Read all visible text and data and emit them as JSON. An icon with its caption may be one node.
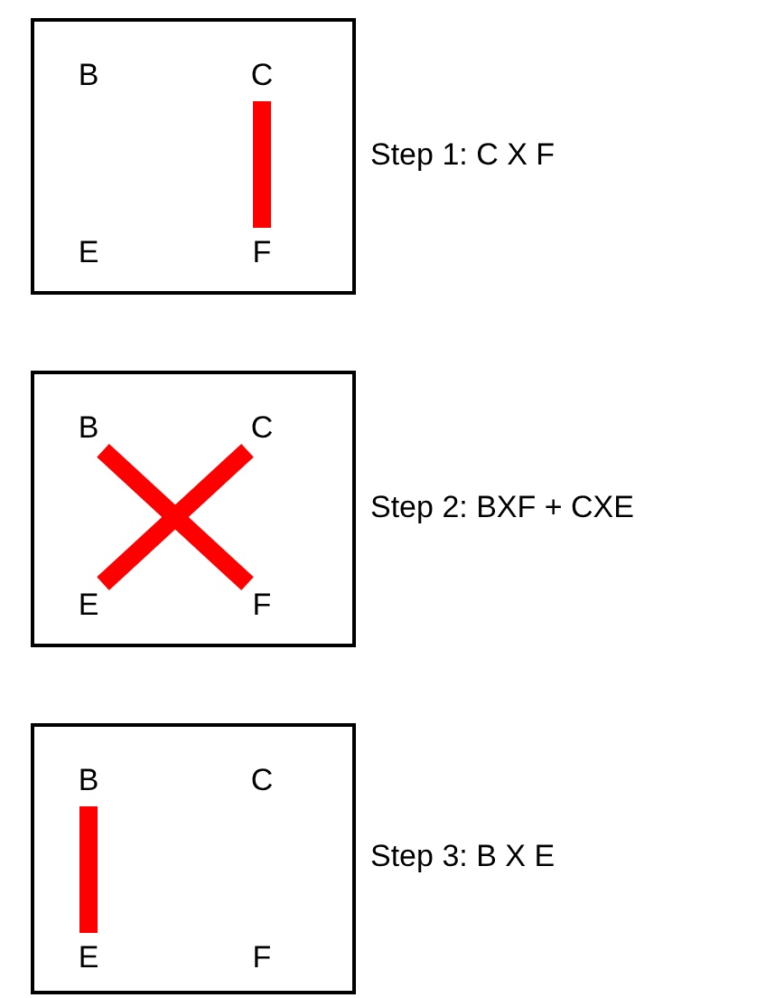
{
  "diagram": {
    "nodes": [
      {
        "text": [],
        "shape": "box",
        "beside": [
          "Step 1: C X F"
        ]
      },
      {
        "text": [
          "B"
        ],
        "in": 0
      },
      {
        "text": [
          "C"
        ],
        "in": 0
      },
      {
        "text": [
          "E"
        ],
        "in": 0
      },
      {
        "text": [
          "F"
        ],
        "in": 0
      },
      {
        "text": [],
        "shape": "box",
        "beside": [
          "Step 2: BXF + CXE"
        ]
      },
      {
        "text": [
          "B"
        ],
        "in": 5
      },
      {
        "text": [
          "C"
        ],
        "in": 5
      },
      {
        "text": [
          "E"
        ],
        "in": 5
      },
      {
        "text": [
          "F"
        ],
        "in": 5
      },
      {
        "text": [],
        "shape": "box",
        "beside": [
          "Step 3: B X E"
        ]
      },
      {
        "text": [
          "B"
        ],
        "in": 10
      },
      {
        "text": [
          "C"
        ],
        "in": 10
      },
      {
        "text": [
          "E"
        ],
        "in": 10
      },
      {
        "text": [
          "F"
        ],
        "in": 10
      }
    ],
    "edges": [
      {
        "from": 2,
        "to": 4,
        "arrow": "none"
      },
      {
        "from": 6,
        "to": 9,
        "arrow": "none"
      },
      {
        "from": 7,
        "to": 8,
        "arrow": "none"
      },
      {
        "from": 11,
        "to": 13,
        "arrow": "none"
      }
    ]
  }
}
